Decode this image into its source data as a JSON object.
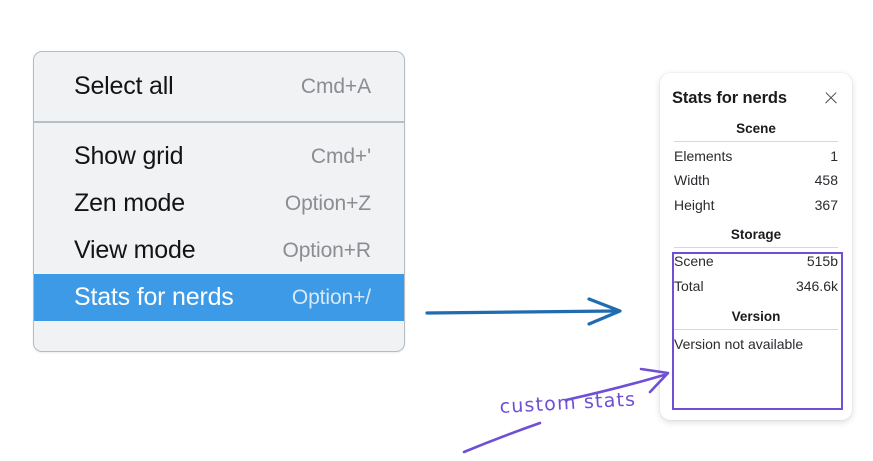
{
  "context_menu": {
    "sections": [
      {
        "items": [
          {
            "label": "Select all",
            "shortcut": "Cmd+A",
            "selected": false
          }
        ]
      },
      {
        "items": [
          {
            "label": "Show grid",
            "shortcut": "Cmd+'",
            "selected": false
          },
          {
            "label": "Zen mode",
            "shortcut": "Option+Z",
            "selected": false
          },
          {
            "label": "View mode",
            "shortcut": "Option+R",
            "selected": false
          },
          {
            "label": "Stats for nerds",
            "shortcut": "Option+/",
            "selected": true
          }
        ]
      }
    ]
  },
  "stats_panel": {
    "title": "Stats for nerds",
    "close_icon": "close-icon",
    "sections": [
      {
        "heading": "Scene",
        "rows": [
          {
            "key": "Elements",
            "value": "1"
          },
          {
            "key": "Width",
            "value": "458"
          },
          {
            "key": "Height",
            "value": "367"
          }
        ]
      },
      {
        "heading": "Storage",
        "rows": [
          {
            "key": "Scene",
            "value": "515b"
          },
          {
            "key": "Total",
            "value": "346.6k"
          }
        ]
      },
      {
        "heading": "Version",
        "single": "Version not available"
      }
    ]
  },
  "annotations": {
    "handwritten_label": "custom stats",
    "arrow_blue_color": "#1f6cb0",
    "arrow_purple_color": "#6e4fd6",
    "highlight_box_color": "#6e4fd6"
  }
}
